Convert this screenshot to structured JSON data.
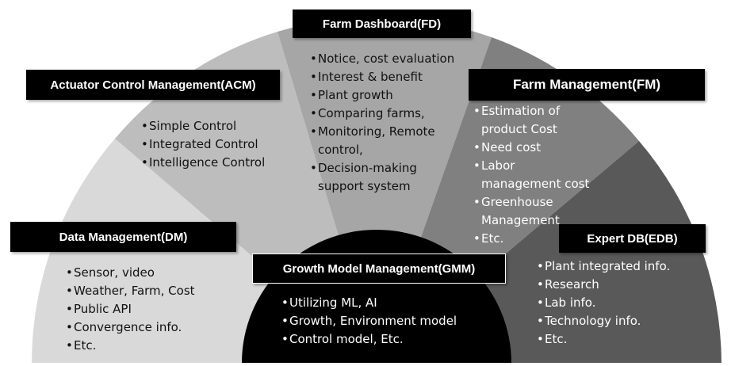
{
  "colors": {
    "dm_sector": "#d9d9d9",
    "acm_sector": "#bdbdbd",
    "fd_sector": "#a6a6a6",
    "fm_sector": "#808080",
    "edb_sector": "#595959",
    "gmm_center": "#000000",
    "label_bg": "#000000",
    "label_text": "#ffffff"
  },
  "bullet": "•",
  "sections": {
    "fd": {
      "title": "Farm Dashboard(FD)",
      "items": [
        "Notice, cost evaluation",
        "Interest & benefit",
        "Plant growth",
        "Comparing farms,",
        "Monitoring, Remote",
        "control,",
        "Decision-making",
        "support system"
      ]
    },
    "acm": {
      "title": "Actuator Control Management(ACM)",
      "items": [
        "Simple Control",
        "Integrated Control",
        "Intelligence Control"
      ]
    },
    "fm": {
      "title": "Farm Management(FM)",
      "items": [
        "Estimation  of",
        "product Cost",
        "Need cost",
        "Labor",
        "management cost",
        "Greenhouse",
        "Management",
        "Etc."
      ]
    },
    "dm": {
      "title": "Data Management(DM)",
      "items": [
        "Sensor, video",
        "Weather, Farm, Cost",
        "Public API",
        "Convergence info.",
        "Etc."
      ]
    },
    "edb": {
      "title": "Expert DB(EDB)",
      "items": [
        "Plant integrated info.",
        "Research",
        "Lab info.",
        "Technology info.",
        "Etc."
      ]
    },
    "gmm": {
      "title": "Growth Model Management(GMM)",
      "items": [
        "Utilizing  ML, AI",
        "Growth, Environment model",
        "Control model, Etc."
      ]
    }
  }
}
